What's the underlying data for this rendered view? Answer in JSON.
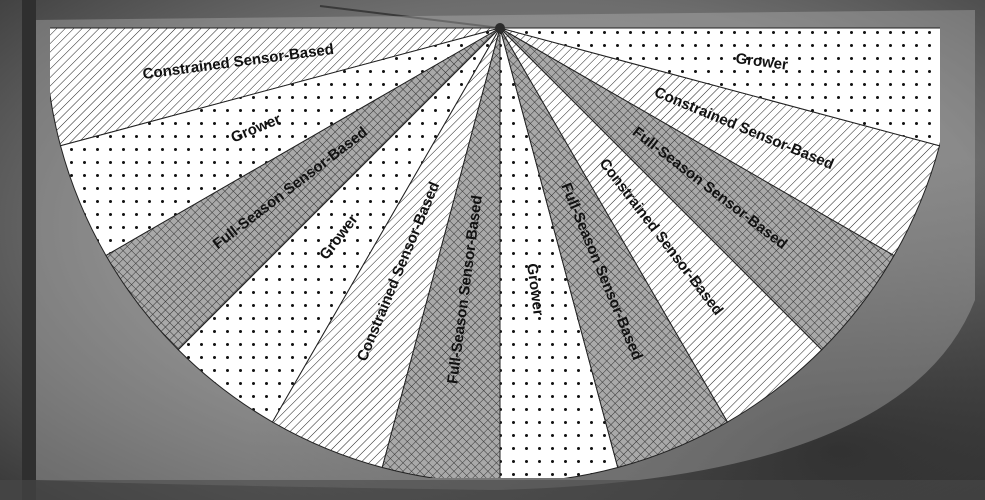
{
  "labels": {
    "grower": "Grower",
    "constrained": "Constrained Sensor-Based",
    "full_season": "Full-Season Sensor-Based"
  },
  "plot": {
    "slices_left_to_right": [
      "constrained",
      "grower",
      "full_season",
      "grower",
      "constrained",
      "full_season",
      "grower",
      "full_season",
      "constrained",
      "full_season",
      "constrained",
      "grower"
    ],
    "pattern_by_treatment": {
      "grower": "dotted",
      "constrained": "diagonal-hatch",
      "full_season": "crosshatch"
    }
  },
  "colors": {
    "paper": "#ffffff",
    "ink": "#111111",
    "crosshatch_fill": "#a9a9a9",
    "background_ground": "#6e6e6e"
  }
}
